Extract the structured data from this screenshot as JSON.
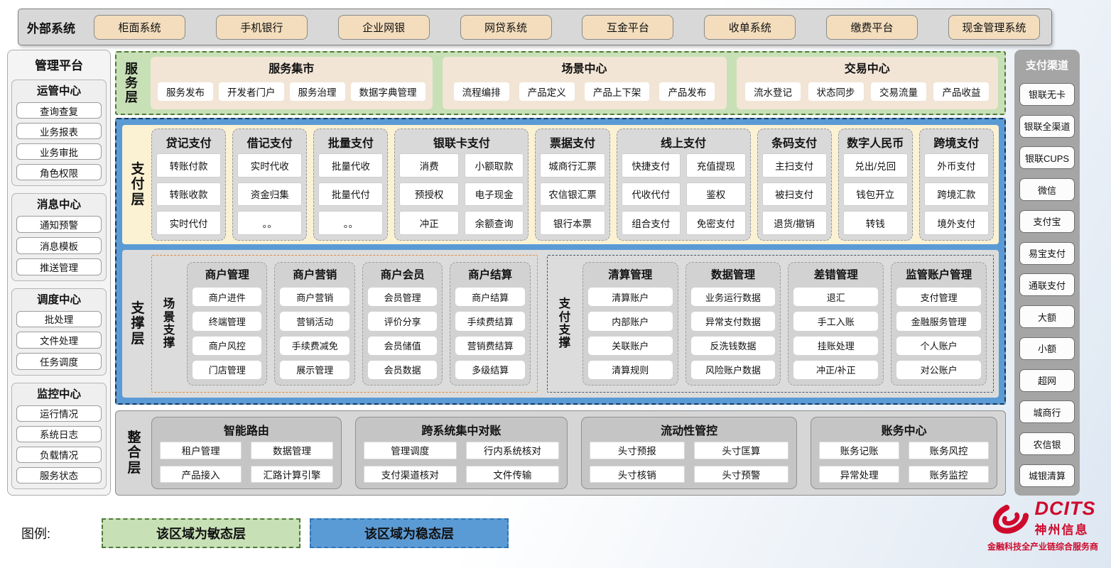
{
  "external_systems": {
    "label": "外部系统",
    "items": [
      "柜面系统",
      "手机银行",
      "企业网银",
      "网贷系统",
      "互金平台",
      "收单系统",
      "缴费平台",
      "现金管理系统"
    ]
  },
  "management_platform": {
    "title": "管理平台",
    "groups": [
      {
        "title": "运管中心",
        "items": [
          "查询查复",
          "业务报表",
          "业务审批",
          "角色权限"
        ]
      },
      {
        "title": "消息中心",
        "items": [
          "通知预警",
          "消息模板",
          "推送管理"
        ]
      },
      {
        "title": "调度中心",
        "items": [
          "批处理",
          "文件处理",
          "任务调度"
        ]
      },
      {
        "title": "监控中心",
        "items": [
          "运行情况",
          "系统日志",
          "负载情况",
          "服务状态"
        ]
      }
    ]
  },
  "service_layer": {
    "label": "服务层",
    "groups": [
      {
        "title": "服务集市",
        "items": [
          "服务发布",
          "开发者门户",
          "服务治理",
          "数据字典管理"
        ]
      },
      {
        "title": "场景中心",
        "items": [
          "流程编排",
          "产品定义",
          "产品上下架",
          "产品发布"
        ]
      },
      {
        "title": "交易中心",
        "items": [
          "流水登记",
          "状态同步",
          "交易流量",
          "产品收益"
        ]
      }
    ]
  },
  "payment_layer": {
    "label": "支付层",
    "columns": [
      {
        "title": "贷记支付",
        "cols": 1,
        "items": [
          "转账付款",
          "转账收款",
          "实时代付"
        ]
      },
      {
        "title": "借记支付",
        "cols": 1,
        "items": [
          "实时代收",
          "资金归集",
          "。。"
        ]
      },
      {
        "title": "批量支付",
        "cols": 1,
        "items": [
          "批量代收",
          "批量代付",
          "。。"
        ]
      },
      {
        "title": "银联卡支付",
        "cols": 2,
        "items": [
          "消费",
          "小额取款",
          "预授权",
          "电子现金",
          "冲正",
          "余额查询"
        ]
      },
      {
        "title": "票据支付",
        "cols": 1,
        "items": [
          "城商行汇票",
          "农信银汇票",
          "银行本票"
        ]
      },
      {
        "title": "线上支付",
        "cols": 2,
        "items": [
          "快捷支付",
          "充值提现",
          "代收代付",
          "鉴权",
          "组合支付",
          "免密支付"
        ]
      },
      {
        "title": "条码支付",
        "cols": 1,
        "items": [
          "主扫支付",
          "被扫支付",
          "退货/撤销"
        ]
      },
      {
        "title": "数字人民币",
        "cols": 1,
        "items": [
          "兑出/兑回",
          "钱包开立",
          "转钱"
        ]
      },
      {
        "title": "跨境支付",
        "cols": 1,
        "items": [
          "外币支付",
          "跨境汇款",
          "境外支付"
        ]
      }
    ]
  },
  "support_layer": {
    "label": "支撑层",
    "sections": [
      {
        "label": "场景支撑",
        "accent": "orange",
        "columns": [
          {
            "title": "商户管理",
            "items": [
              "商户进件",
              "终端管理",
              "商户风控",
              "门店管理"
            ]
          },
          {
            "title": "商户营销",
            "items": [
              "商户营销",
              "营销活动",
              "手续费减免",
              "展示管理"
            ]
          },
          {
            "title": "商户会员",
            "items": [
              "会员管理",
              "评价分享",
              "会员储值",
              "会员数据"
            ]
          },
          {
            "title": "商户结算",
            "items": [
              "商户结算",
              "手续费结算",
              "营销费结算",
              "多级结算"
            ]
          }
        ]
      },
      {
        "label": "支付支撑",
        "accent": "navy",
        "columns": [
          {
            "title": "清算管理",
            "items": [
              "清算账户",
              "内部账户",
              "关联账户",
              "清算规则"
            ]
          },
          {
            "title": "数据管理",
            "items": [
              "业务运行数据",
              "异常支付数据",
              "反洗钱数据",
              "风险账户数据"
            ]
          },
          {
            "title": "差错管理",
            "items": [
              "退汇",
              "手工入账",
              "挂账处理",
              "冲正/补正"
            ]
          },
          {
            "title": "监管账户管理",
            "items": [
              "支付管理",
              "金融服务管理",
              "个人账户",
              "对公账户"
            ]
          }
        ]
      }
    ]
  },
  "integration_layer": {
    "label": "整合层",
    "groups": [
      {
        "title": "智能路由",
        "items": [
          "租户管理",
          "数据管理",
          "产品接入",
          "汇路计算引擎"
        ]
      },
      {
        "title": "跨系统集中对账",
        "items": [
          "管理调度",
          "行内系统核对",
          "支付渠道核对",
          "文件传输"
        ]
      },
      {
        "title": "流动性管控",
        "items": [
          "头寸预报",
          "头寸匡算",
          "头寸核销",
          "头寸预警"
        ]
      },
      {
        "title": "账务中心",
        "items": [
          "账务记账",
          "账务风控",
          "异常处理",
          "账务监控"
        ]
      }
    ]
  },
  "payment_channels": {
    "title": "支付渠道",
    "items": [
      "银联无卡",
      "银联全渠道",
      "银联CUPS",
      "微信",
      "支付宝",
      "易宝支付",
      "通联支付",
      "大额",
      "小额",
      "超网",
      "城商行",
      "农信银",
      "城银清算"
    ]
  },
  "legend": {
    "label": "图例:",
    "items": [
      {
        "text": "该区域为敏态层",
        "style": "green"
      },
      {
        "text": "该区域为稳态层",
        "style": "blue"
      }
    ]
  },
  "logo": {
    "brand": "DCITS",
    "company": "神州信息",
    "tagline": "金融科技全产业链综合服务商"
  },
  "colors": {
    "agile_green": "#c8e0b6",
    "stable_blue": "#5b9bd5",
    "cream": "#fbf1d3",
    "tan_button": "#f3ddbd",
    "gray_panel": "#d9d9d9",
    "brand_red": "#cf0a2c"
  }
}
